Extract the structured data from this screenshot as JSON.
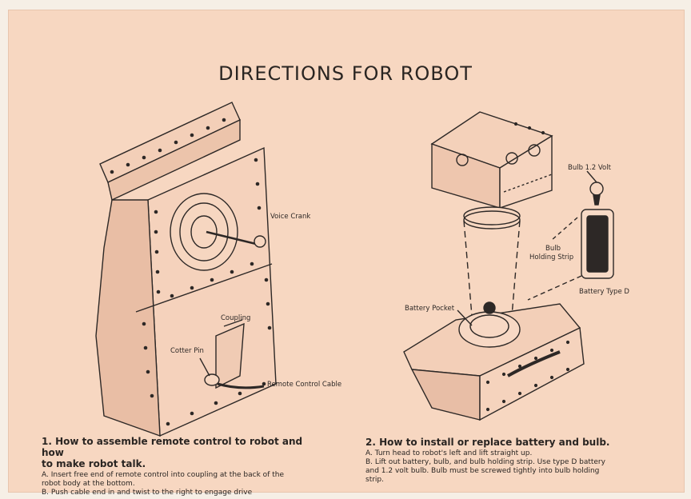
{
  "title": "DIRECTIONS FOR ROBOT",
  "labels": {
    "voice_crank": "Voice Crank",
    "coupling": "Coupling",
    "cotter_pin": "Cotter Pin",
    "remote_control_cable": "Remote Control Cable",
    "bulb_volt": "Bulb 1.2 Volt",
    "bulb_holding_strip_1": "Bulb",
    "bulb_holding_strip_2": "Holding Strip",
    "battery_type": "Battery Type D",
    "battery_pocket": "Battery Pocket"
  },
  "section1": {
    "heading_line1": "1.  How to assemble remote control to robot and how",
    "heading_line2": "     to make robot talk.",
    "steps": [
      "A. Insert free end of remote control into coupling at the back of the",
      "     robot body at the bottom.",
      "B. Push cable end in and twist to the right to engage drive"
    ]
  },
  "section2": {
    "heading": "2.  How to install or replace battery and bulb.",
    "steps": [
      "A. Turn head to robot's left and lift straight up.",
      "B.  Lift out battery, bulb, and bulb holding strip.  Use type D battery",
      "      and 1.2 volt bulb.  Bulb must be screwed tightly into bulb holding",
      "      strip."
    ]
  }
}
